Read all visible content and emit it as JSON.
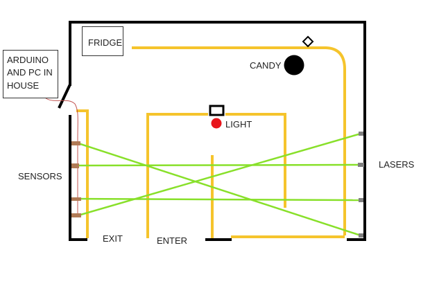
{
  "labels": {
    "fridge": "FRIDGE",
    "arduino_line1": "ARDUINO",
    "arduino_line2": "AND PC IN",
    "arduino_line3": "HOUSE",
    "candy": "CANDY",
    "light": "LIGHT",
    "lasers": "LASERS",
    "sensors": "SENSORS",
    "exit": "EXIT",
    "enter": "ENTER"
  },
  "colors": {
    "wall": "#000000",
    "path": "#f5c42c",
    "laser_beam": "#88e02a",
    "sensor": "#b07a55",
    "laser_emitter": "#808080",
    "light": "#e8161c",
    "wire": "#c0504d"
  }
}
